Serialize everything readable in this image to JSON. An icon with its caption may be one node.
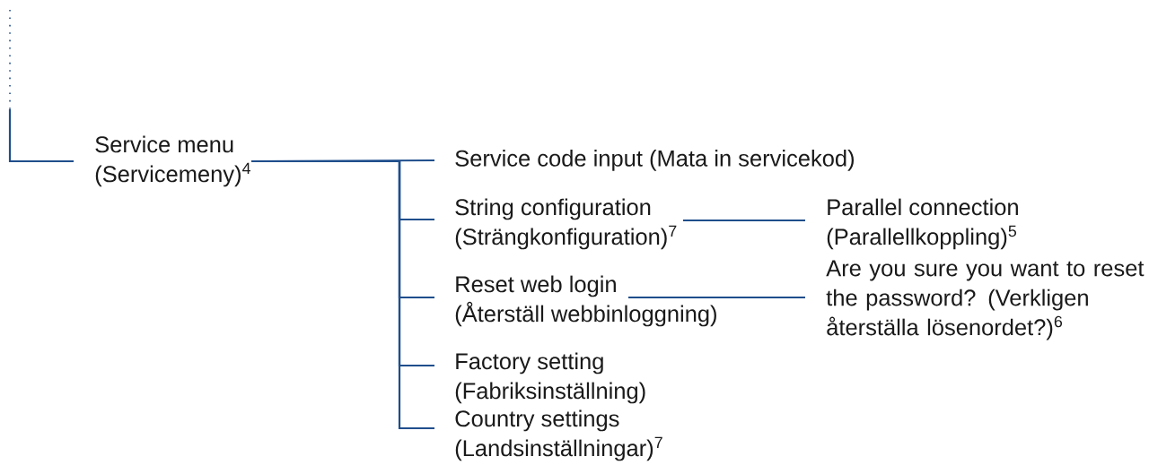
{
  "diagram": {
    "nodes": [
      {
        "text": [
          "Service menu",
          "(Servicemeny)$^{4}$"
        ]
      },
      {
        "text": [
          "Service code input (Mata in servicekod)"
        ]
      },
      {
        "text": [
          "String configuration",
          "(Strängkonfiguration)$^{7}$"
        ]
      },
      {
        "text": [
          "Reset web login",
          "(Återställ webbinloggning)"
        ]
      },
      {
        "text": [
          "Factory setting",
          "(Fabriksinställning)"
        ]
      },
      {
        "text": [
          "Country settings",
          "(Landsinställningar)$^{7}$"
        ]
      },
      {
        "text": [
          "Parallel connection",
          "(Parallellkoppling)$^{5}$"
        ]
      },
      {
        "text": [
          "Are you sure you want to reset the password? (Verkligen återställa lösenordet?)$^{6}$"
        ]
      }
    ],
    "edges": [
      {
        "from": null,
        "to": 0,
        "arrow": "none"
      },
      {
        "from": 0,
        "to": 1,
        "arrow": "none"
      },
      {
        "from": 0,
        "to": 2,
        "arrow": "none"
      },
      {
        "from": 0,
        "to": 3,
        "arrow": "none"
      },
      {
        "from": 0,
        "to": 4,
        "arrow": "none"
      },
      {
        "from": 0,
        "to": 5,
        "arrow": "none"
      },
      {
        "from": 2,
        "to": 6,
        "arrow": "none"
      },
      {
        "from": 3,
        "to": 7,
        "arrow": "none"
      }
    ]
  }
}
